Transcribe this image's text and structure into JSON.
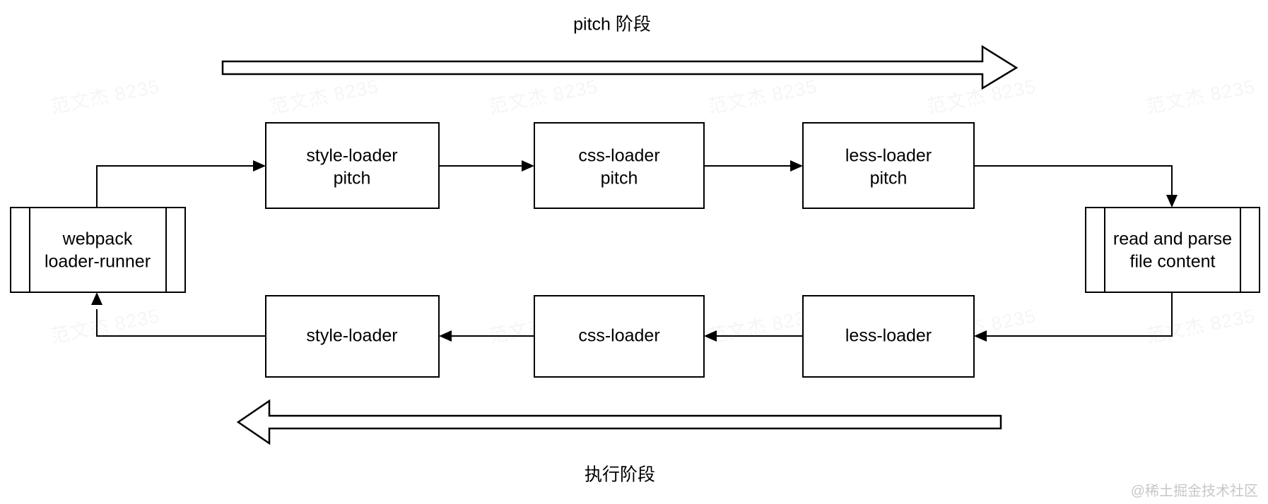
{
  "diagram": {
    "title_top": "pitch 阶段",
    "title_bottom": "执行阶段",
    "credit": "@稀土掘金技术社区",
    "watermark_text": "范文杰 8235",
    "colors": {
      "stroke": "#000000",
      "fill": "#ffffff",
      "background": "#ffffff"
    },
    "nodes": {
      "loader_runner": {
        "line1": "webpack",
        "line2": "loader-runner",
        "shape": "predefined-process"
      },
      "style_loader_pitch": {
        "line1": "style-loader",
        "line2": "pitch",
        "shape": "process"
      },
      "css_loader_pitch": {
        "line1": "css-loader",
        "line2": "pitch",
        "shape": "process"
      },
      "less_loader_pitch": {
        "line1": "less-loader",
        "line2": "pitch",
        "shape": "process"
      },
      "read_parse": {
        "line1": "read and parse",
        "line2": "file content",
        "shape": "predefined-process"
      },
      "style_loader": {
        "line1": "style-loader",
        "line2": "",
        "shape": "process"
      },
      "css_loader": {
        "line1": "css-loader",
        "line2": "",
        "shape": "process"
      },
      "less_loader": {
        "line1": "less-loader",
        "line2": "",
        "shape": "process"
      }
    },
    "flow": {
      "pitch_phase_order": [
        "webpack loader-runner",
        "style-loader pitch",
        "css-loader pitch",
        "less-loader pitch",
        "read and parse file content"
      ],
      "execute_phase_order": [
        "read and parse file content",
        "less-loader",
        "css-loader",
        "style-loader",
        "webpack loader-runner"
      ]
    }
  }
}
